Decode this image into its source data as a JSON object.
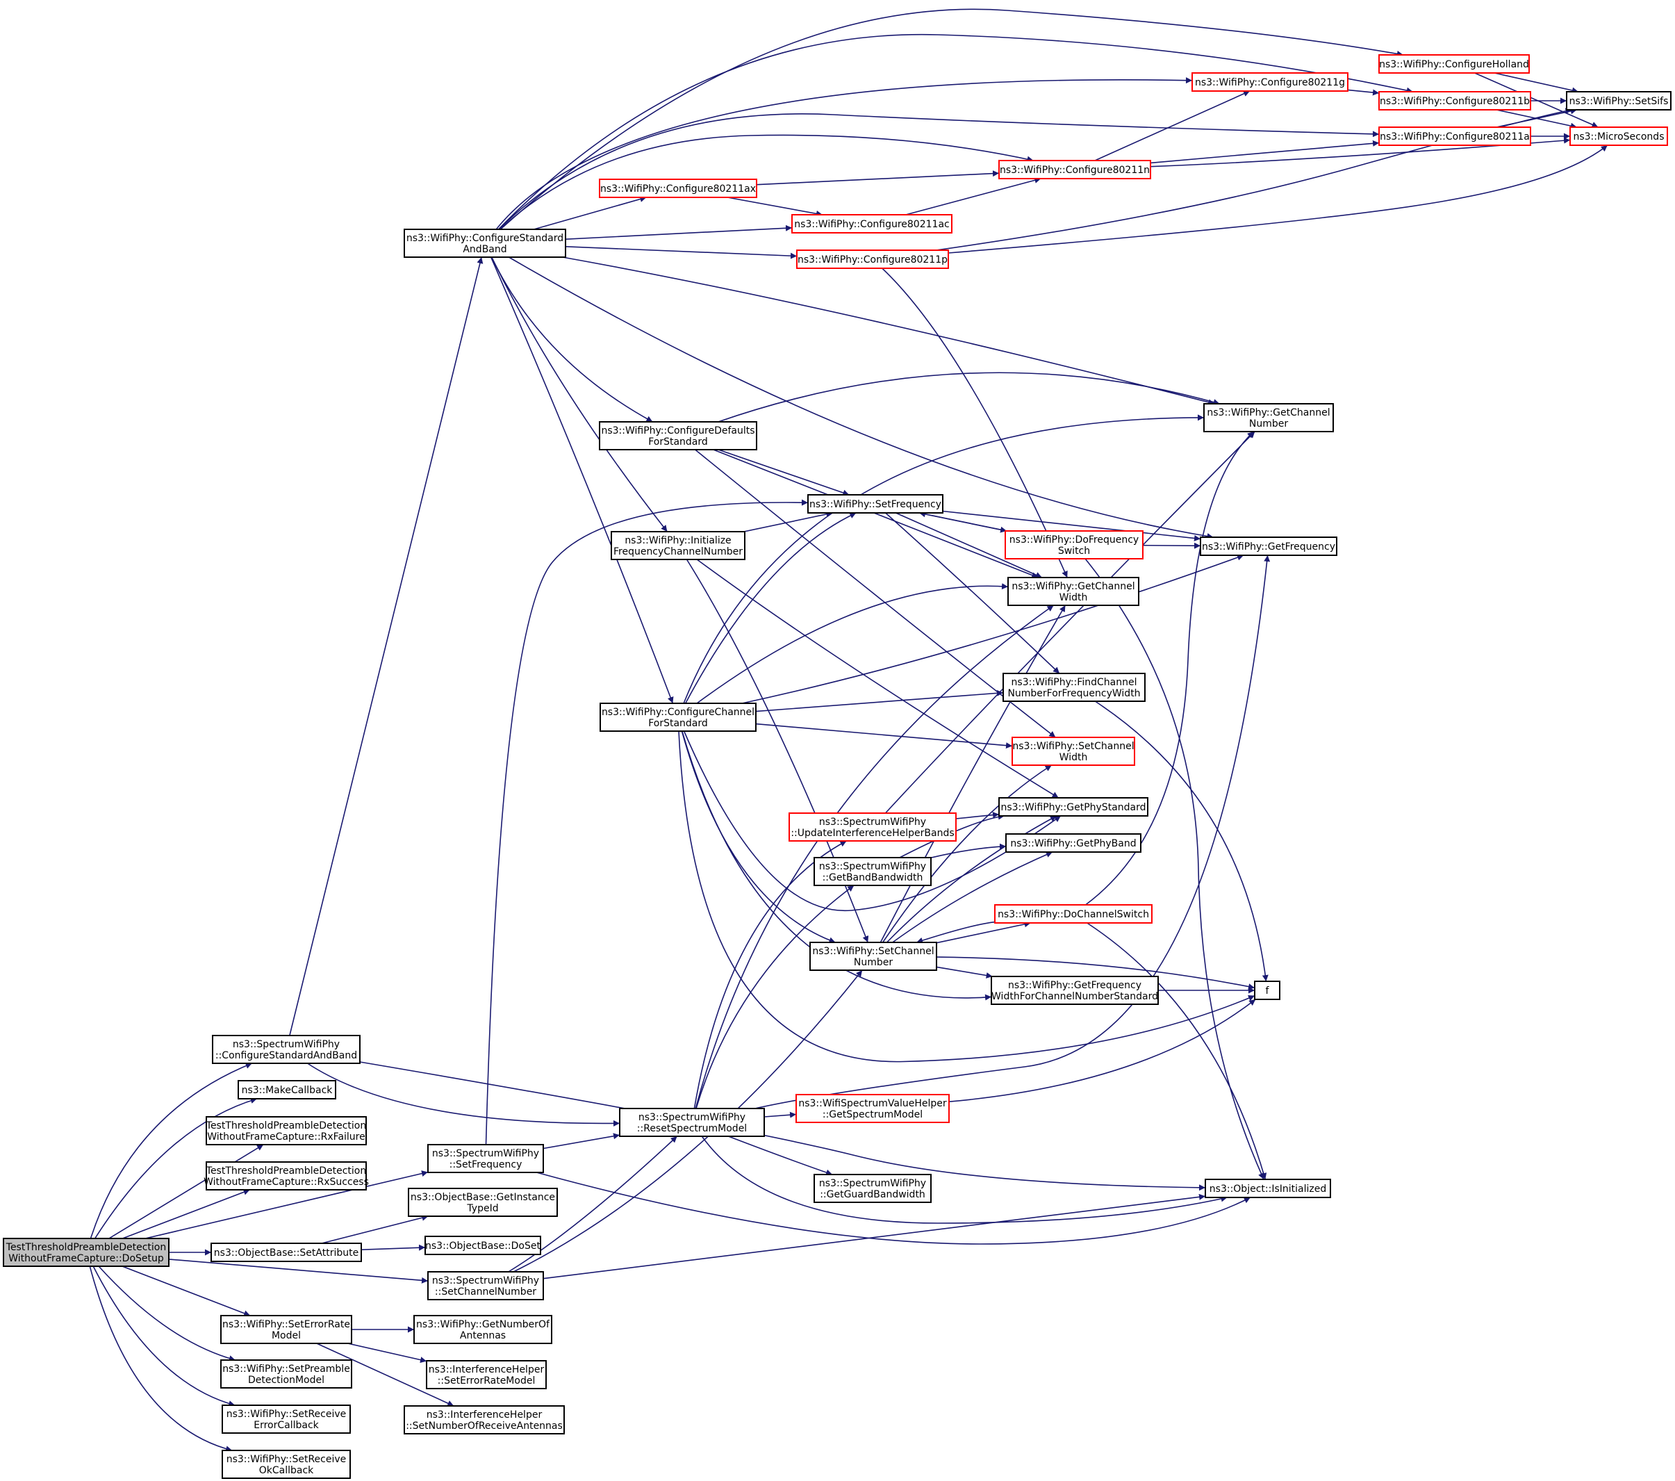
{
  "colors": {
    "edge": "#191970",
    "node_border": "#000000",
    "node_border_truncated": "#ff0000",
    "root_fill": "#bfbfbf",
    "node_fill": "#ffffff"
  },
  "nodes": [
    {
      "id": "root",
      "lines": [
        "TestThresholdPreambleDetection",
        "WithoutFrameCapture::DoSetup"
      ],
      "style": "root"
    },
    {
      "id": "swp_cfgsb",
      "lines": [
        "ns3::SpectrumWifiPhy",
        "::ConfigureStandardAndBand"
      ],
      "style": "normal"
    },
    {
      "id": "makecb",
      "lines": [
        "ns3::MakeCallback"
      ],
      "style": "normal"
    },
    {
      "id": "rxfail",
      "lines": [
        "TestThresholdPreambleDetection",
        "WithoutFrameCapture::RxFailure"
      ],
      "style": "normal"
    },
    {
      "id": "rxsucc",
      "lines": [
        "TestThresholdPreambleDetection",
        "WithoutFrameCapture::RxSuccess"
      ],
      "style": "normal"
    },
    {
      "id": "swp_setfreq",
      "lines": [
        "ns3::SpectrumWifiPhy",
        "::SetFrequency"
      ],
      "style": "normal"
    },
    {
      "id": "ob_setattr",
      "lines": [
        "ns3::ObjectBase::SetAttribute"
      ],
      "style": "normal"
    },
    {
      "id": "swp_setchnum",
      "lines": [
        "ns3::SpectrumWifiPhy",
        "::SetChannelNumber"
      ],
      "style": "normal"
    },
    {
      "id": "wp_seterm",
      "lines": [
        "ns3::WifiPhy::SetErrorRate",
        "Model"
      ],
      "style": "normal"
    },
    {
      "id": "wp_setpdm",
      "lines": [
        "ns3::WifiPhy::SetPreamble",
        "DetectionModel"
      ],
      "style": "normal"
    },
    {
      "id": "wp_setrxerr",
      "lines": [
        "ns3::WifiPhy::SetReceive",
        "ErrorCallback"
      ],
      "style": "normal"
    },
    {
      "id": "wp_setrxok",
      "lines": [
        "ns3::WifiPhy::SetReceive",
        "OkCallback"
      ],
      "style": "normal"
    },
    {
      "id": "wp_cfgsb",
      "lines": [
        "ns3::WifiPhy::ConfigureStandard",
        "AndBand"
      ],
      "style": "normal"
    },
    {
      "id": "ob_getinst",
      "lines": [
        "ns3::ObjectBase::GetInstance",
        "TypeId"
      ],
      "style": "normal"
    },
    {
      "id": "ob_doset",
      "lines": [
        "ns3::ObjectBase::DoSet"
      ],
      "style": "normal"
    },
    {
      "id": "wp_getnant",
      "lines": [
        "ns3::WifiPhy::GetNumberOf",
        "Antennas"
      ],
      "style": "normal"
    },
    {
      "id": "ih_seterm",
      "lines": [
        "ns3::InterferenceHelper",
        "::SetErrorRateModel"
      ],
      "style": "normal"
    },
    {
      "id": "ih_setnra",
      "lines": [
        "ns3::InterferenceHelper",
        "::SetNumberOfReceiveAntennas"
      ],
      "style": "normal"
    },
    {
      "id": "swp_reset",
      "lines": [
        "ns3::SpectrumWifiPhy",
        "::ResetSpectrumModel"
      ],
      "style": "normal"
    },
    {
      "id": "wp_cfg11ax",
      "lines": [
        "ns3::WifiPhy::Configure80211ax"
      ],
      "style": "truncated"
    },
    {
      "id": "wp_cfgdef",
      "lines": [
        "ns3::WifiPhy::ConfigureDefaults",
        "ForStandard"
      ],
      "style": "normal"
    },
    {
      "id": "wp_initfreq",
      "lines": [
        "ns3::WifiPhy::Initialize",
        "FrequencyChannelNumber"
      ],
      "style": "normal"
    },
    {
      "id": "wp_cfgch",
      "lines": [
        "ns3::WifiPhy::ConfigureChannel",
        "ForStandard"
      ],
      "style": "normal"
    },
    {
      "id": "wp_cfg11ac",
      "lines": [
        "ns3::WifiPhy::Configure80211ac"
      ],
      "style": "truncated"
    },
    {
      "id": "wp_cfg11p",
      "lines": [
        "ns3::WifiPhy::Configure80211p"
      ],
      "style": "truncated"
    },
    {
      "id": "wp_setfreq",
      "lines": [
        "ns3::WifiPhy::SetFrequency"
      ],
      "style": "normal"
    },
    {
      "id": "swp_updih",
      "lines": [
        "ns3::SpectrumWifiPhy",
        "::UpdateInterferenceHelperBands"
      ],
      "style": "truncated"
    },
    {
      "id": "swp_getbb",
      "lines": [
        "ns3::SpectrumWifiPhy",
        "::GetBandBandwidth"
      ],
      "style": "normal"
    },
    {
      "id": "wp_setchnum",
      "lines": [
        "ns3::WifiPhy::SetChannel",
        "Number"
      ],
      "style": "normal"
    },
    {
      "id": "wsvh_getsm",
      "lines": [
        "ns3::WifiSpectrumValueHelper",
        "::GetSpectrumModel"
      ],
      "style": "truncated"
    },
    {
      "id": "swp_getgb",
      "lines": [
        "ns3::SpectrumWifiPhy",
        "::GetGuardBandwidth"
      ],
      "style": "normal"
    },
    {
      "id": "wp_cfg11n",
      "lines": [
        "ns3::WifiPhy::Configure80211n"
      ],
      "style": "truncated"
    },
    {
      "id": "wp_dofreqsw",
      "lines": [
        "ns3::WifiPhy::DoFrequency",
        "Switch"
      ],
      "style": "truncated"
    },
    {
      "id": "wp_getchw",
      "lines": [
        "ns3::WifiPhy::GetChannel",
        "Width"
      ],
      "style": "normal"
    },
    {
      "id": "wp_findch",
      "lines": [
        "ns3::WifiPhy::FindChannel",
        "NumberForFrequencyWidth"
      ],
      "style": "normal"
    },
    {
      "id": "wp_setchw",
      "lines": [
        "ns3::WifiPhy::SetChannel",
        "Width"
      ],
      "style": "truncated"
    },
    {
      "id": "wp_getstd",
      "lines": [
        "ns3::WifiPhy::GetPhyStandard"
      ],
      "style": "normal"
    },
    {
      "id": "wp_getband",
      "lines": [
        "ns3::WifiPhy::GetPhyBand"
      ],
      "style": "normal"
    },
    {
      "id": "wp_dochsw",
      "lines": [
        "ns3::WifiPhy::DoChannelSwitch"
      ],
      "style": "truncated"
    },
    {
      "id": "wp_getfwcn",
      "lines": [
        "ns3::WifiPhy::GetFrequency",
        "WidthForChannelNumberStandard"
      ],
      "style": "normal"
    },
    {
      "id": "wp_cfg11g",
      "lines": [
        "ns3::WifiPhy::Configure80211g"
      ],
      "style": "truncated"
    },
    {
      "id": "wp_cfghol",
      "lines": [
        "ns3::WifiPhy::ConfigureHolland"
      ],
      "style": "truncated"
    },
    {
      "id": "wp_cfg11b",
      "lines": [
        "ns3::WifiPhy::Configure80211b"
      ],
      "style": "truncated"
    },
    {
      "id": "wp_cfg11a",
      "lines": [
        "ns3::WifiPhy::Configure80211a"
      ],
      "style": "truncated"
    },
    {
      "id": "wp_getchnum",
      "lines": [
        "ns3::WifiPhy::GetChannel",
        "Number"
      ],
      "style": "normal"
    },
    {
      "id": "wp_getfreq",
      "lines": [
        "ns3::WifiPhy::GetFrequency"
      ],
      "style": "normal"
    },
    {
      "id": "f",
      "lines": [
        "f"
      ],
      "style": "normal"
    },
    {
      "id": "obj_isinit",
      "lines": [
        "ns3::Object::IsInitialized"
      ],
      "style": "normal"
    },
    {
      "id": "wp_setsifs",
      "lines": [
        "ns3::WifiPhy::SetSifs"
      ],
      "style": "normal"
    },
    {
      "id": "microsec",
      "lines": [
        "ns3::MicroSeconds"
      ],
      "style": "truncated"
    }
  ],
  "edges": [
    [
      "root",
      "swp_cfgsb"
    ],
    [
      "root",
      "makecb"
    ],
    [
      "root",
      "rxfail"
    ],
    [
      "root",
      "rxsucc"
    ],
    [
      "root",
      "swp_setfreq"
    ],
    [
      "root",
      "ob_setattr"
    ],
    [
      "root",
      "swp_setchnum"
    ],
    [
      "root",
      "wp_seterm"
    ],
    [
      "root",
      "wp_setpdm"
    ],
    [
      "root",
      "wp_setrxerr"
    ],
    [
      "root",
      "wp_setrxok"
    ],
    [
      "swp_cfgsb",
      "wp_cfgsb"
    ],
    [
      "swp_cfgsb",
      "swp_reset"
    ],
    [
      "swp_cfgsb",
      "obj_isinit"
    ],
    [
      "swp_setfreq",
      "wp_setfreq"
    ],
    [
      "swp_setfreq",
      "swp_reset"
    ],
    [
      "swp_setfreq",
      "obj_isinit"
    ],
    [
      "ob_setattr",
      "ob_getinst"
    ],
    [
      "ob_setattr",
      "ob_doset"
    ],
    [
      "swp_setchnum",
      "wp_setchnum"
    ],
    [
      "swp_setchnum",
      "swp_reset"
    ],
    [
      "swp_setchnum",
      "obj_isinit"
    ],
    [
      "wp_seterm",
      "wp_getnant"
    ],
    [
      "wp_seterm",
      "ih_seterm"
    ],
    [
      "wp_seterm",
      "ih_setnra"
    ],
    [
      "wp_cfgsb",
      "wp_cfg11ax"
    ],
    [
      "wp_cfgsb",
      "wp_cfgdef"
    ],
    [
      "wp_cfgsb",
      "wp_initfreq"
    ],
    [
      "wp_cfgsb",
      "wp_cfgch"
    ],
    [
      "wp_cfgsb",
      "wp_cfg11ac"
    ],
    [
      "wp_cfgsb",
      "wp_cfg11p"
    ],
    [
      "wp_cfgsb",
      "wp_cfg11n"
    ],
    [
      "wp_cfgsb",
      "wp_cfg11g"
    ],
    [
      "wp_cfgsb",
      "wp_cfghol"
    ],
    [
      "wp_cfgsb",
      "wp_cfg11b"
    ],
    [
      "wp_cfgsb",
      "wp_cfg11a"
    ],
    [
      "wp_cfgsb",
      "wp_getchnum"
    ],
    [
      "wp_cfgsb",
      "wp_getfreq"
    ],
    [
      "wp_cfg11ax",
      "wp_cfg11ac"
    ],
    [
      "wp_cfg11ax",
      "wp_cfg11n"
    ],
    [
      "wp_cfg11ac",
      "wp_cfg11n"
    ],
    [
      "wp_cfg11n",
      "wp_cfg11g"
    ],
    [
      "wp_cfg11n",
      "wp_cfg11a"
    ],
    [
      "wp_cfg11n",
      "microsec"
    ],
    [
      "wp_cfg11g",
      "wp_cfg11b"
    ],
    [
      "wp_cfg11p",
      "wp_getchw"
    ],
    [
      "wp_cfg11p",
      "wp_setsifs"
    ],
    [
      "wp_cfg11p",
      "microsec"
    ],
    [
      "wp_cfghol",
      "wp_setsifs"
    ],
    [
      "wp_cfghol",
      "microsec"
    ],
    [
      "wp_cfg11b",
      "wp_setsifs"
    ],
    [
      "wp_cfg11b",
      "microsec"
    ],
    [
      "wp_cfg11a",
      "wp_setsifs"
    ],
    [
      "wp_cfg11a",
      "microsec"
    ],
    [
      "wp_cfgdef",
      "wp_getchnum"
    ],
    [
      "wp_cfgdef",
      "wp_setfreq"
    ],
    [
      "wp_cfgdef",
      "wp_getchw"
    ],
    [
      "wp_cfgdef",
      "wp_setchw"
    ],
    [
      "wp_initfreq",
      "wp_setfreq"
    ],
    [
      "wp_initfreq",
      "wp_setchnum"
    ],
    [
      "wp_initfreq",
      "wp_getstd"
    ],
    [
      "wp_cfgch",
      "wp_getchnum"
    ],
    [
      "wp_cfgch",
      "wp_setfreq"
    ],
    [
      "wp_cfgch",
      "wp_getchw"
    ],
    [
      "wp_cfgch",
      "wp_findch"
    ],
    [
      "wp_cfgch",
      "wp_setchw"
    ],
    [
      "wp_cfgch",
      "wp_getstd"
    ],
    [
      "wp_cfgch",
      "wp_setchnum"
    ],
    [
      "wp_cfgch",
      "wp_getfwcn"
    ],
    [
      "wp_cfgch",
      "wp_getfreq"
    ],
    [
      "wp_cfgch",
      "f"
    ],
    [
      "wp_setfreq",
      "wp_dofreqsw"
    ],
    [
      "wp_setfreq",
      "wp_getchw"
    ],
    [
      "wp_setfreq",
      "wp_findch"
    ],
    [
      "wp_setfreq",
      "wp_getfreq"
    ],
    [
      "wp_dofreqsw",
      "wp_setfreq"
    ],
    [
      "wp_dofreqsw",
      "wp_getfreq"
    ],
    [
      "wp_dofreqsw",
      "obj_isinit"
    ],
    [
      "wp_findch",
      "f"
    ],
    [
      "swp_reset",
      "swp_updih"
    ],
    [
      "swp_reset",
      "swp_getbb"
    ],
    [
      "swp_reset",
      "wsvh_getsm"
    ],
    [
      "swp_reset",
      "swp_getgb"
    ],
    [
      "swp_reset",
      "wp_getchw"
    ],
    [
      "swp_reset",
      "wp_getfreq"
    ],
    [
      "swp_reset",
      "obj_isinit"
    ],
    [
      "swp_updih",
      "wp_getchnum"
    ],
    [
      "swp_updih",
      "wp_getstd"
    ],
    [
      "swp_getbb",
      "wp_getstd"
    ],
    [
      "swp_getbb",
      "wp_getband"
    ],
    [
      "wsvh_getsm",
      "f"
    ],
    [
      "wp_setchnum",
      "wp_dochsw"
    ],
    [
      "wp_setchnum",
      "wp_getchw"
    ],
    [
      "wp_setchnum",
      "wp_setchw"
    ],
    [
      "wp_setchnum",
      "wp_getstd"
    ],
    [
      "wp_setchnum",
      "wp_getband"
    ],
    [
      "wp_setchnum",
      "wp_getfwcn"
    ],
    [
      "wp_setchnum",
      "f"
    ],
    [
      "wp_dochsw",
      "wp_setchnum"
    ],
    [
      "wp_dochsw",
      "wp_getchnum"
    ],
    [
      "wp_dochsw",
      "obj_isinit"
    ],
    [
      "wp_getfwcn",
      "f"
    ]
  ]
}
